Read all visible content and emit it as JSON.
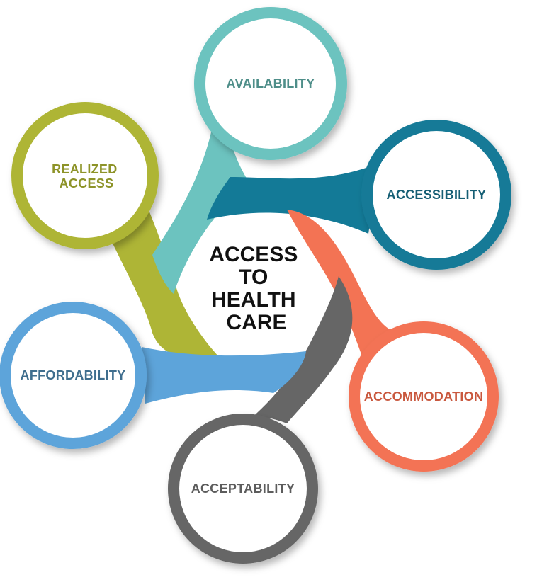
{
  "center": {
    "lines": [
      "ACCESS",
      "TO",
      "HEALTH",
      "CARE"
    ]
  },
  "nodes": [
    {
      "id": "availability",
      "lines": [
        "AVAILABILITY"
      ],
      "color": "#6CC3BF",
      "text_color": "#4E8E89"
    },
    {
      "id": "accessibility",
      "lines": [
        "ACCESSIBILITY"
      ],
      "color": "#137A97",
      "text_color": "#155E74"
    },
    {
      "id": "accommodation",
      "lines": [
        "ACCOMMODATION"
      ],
      "color": "#F37354",
      "text_color": "#C9583E"
    },
    {
      "id": "acceptability",
      "lines": [
        "ACCEPTABILITY"
      ],
      "color": "#666666",
      "text_color": "#5C5C5C"
    },
    {
      "id": "affordability",
      "lines": [
        "AFFORDABILITY"
      ],
      "color": "#5DA4DA",
      "text_color": "#3F6E8E"
    },
    {
      "id": "realized-access",
      "lines": [
        "REALIZED",
        "ACCESS"
      ],
      "color": "#AEB536",
      "text_color": "#8D9328"
    }
  ]
}
